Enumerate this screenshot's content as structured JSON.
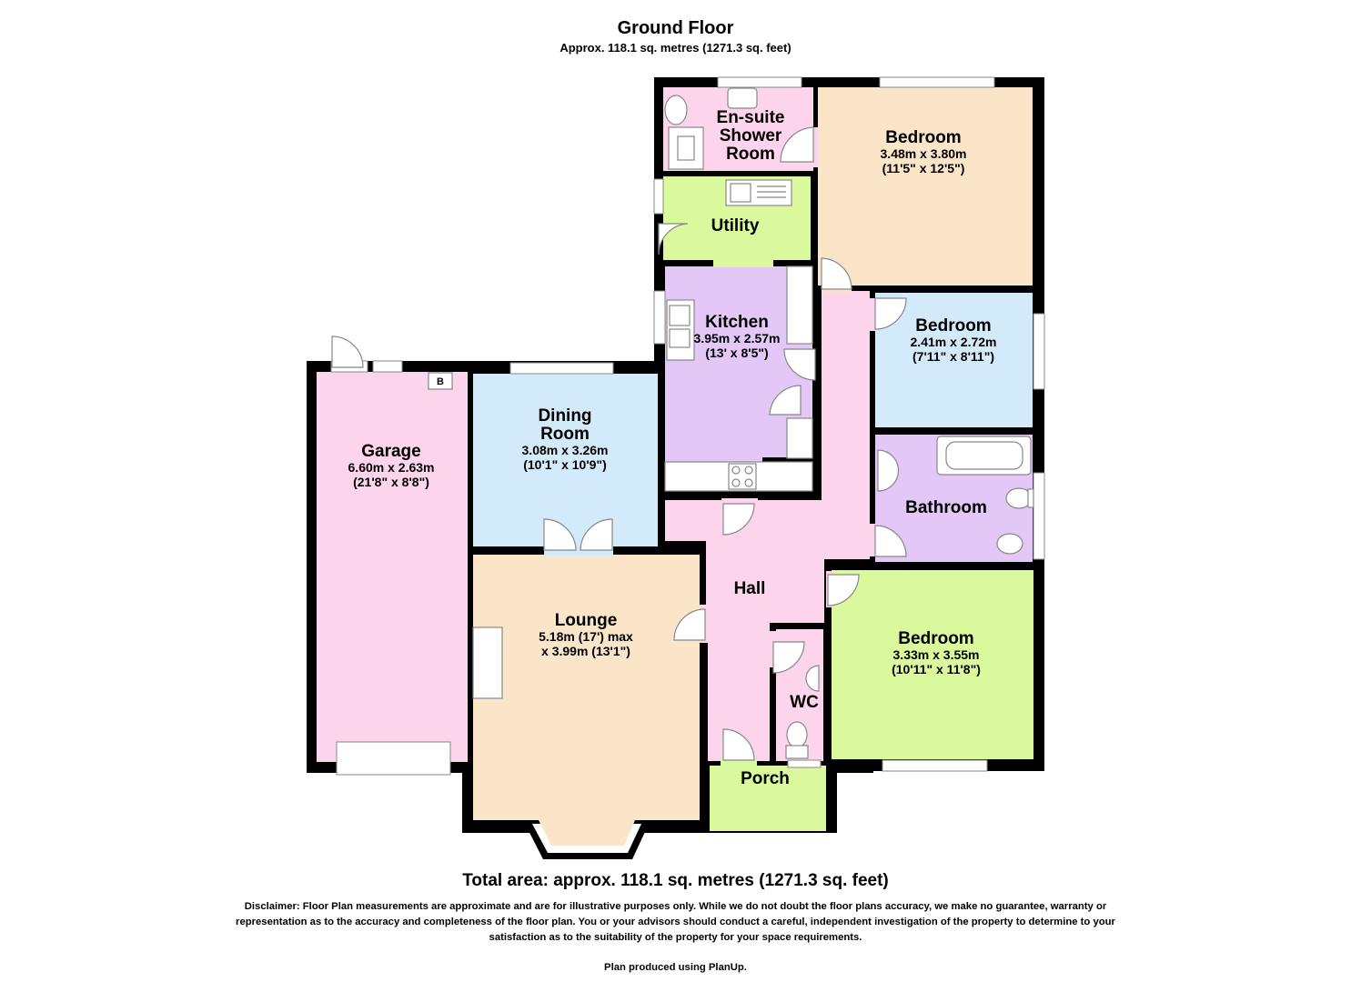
{
  "header": {
    "title": "Ground Floor",
    "approx_area": "Approx. 118.1 sq. metres (1271.3 sq. feet)"
  },
  "colors": {
    "wall": "#000000",
    "pink": "#fcd5ec",
    "peach": "#fbe5c9",
    "blue": "#d3eafa",
    "lavender": "#e3c8f7",
    "green": "#d9f99c",
    "fixture_fill": "#ffffff",
    "fixture_line": "#888888"
  },
  "rooms": {
    "ensuite": {
      "name_line1": "En-suite",
      "name_line2": "Shower",
      "name_line3": "Room"
    },
    "bedroom1": {
      "name": "Bedroom",
      "dim_metric": "3.48m x 3.80m",
      "dim_imperial": "(11'5\" x 12'5\")"
    },
    "utility": {
      "name": "Utility"
    },
    "kitchen": {
      "name": "Kitchen",
      "dim_metric": "3.95m x 2.57m",
      "dim_imperial": "(13' x 8'5\")"
    },
    "bedroom2": {
      "name": "Bedroom",
      "dim_metric": "2.41m x 2.72m",
      "dim_imperial": "(7'11\" x 8'11\")"
    },
    "garage": {
      "name": "Garage",
      "dim_metric": "6.60m x 2.63m",
      "dim_imperial": "(21'8\" x 8'8\")",
      "boiler": "B"
    },
    "dining": {
      "name_line1": "Dining",
      "name_line2": "Room",
      "dim_metric": "3.08m x 3.26m",
      "dim_imperial": "(10'1\" x 10'9\")"
    },
    "bathroom": {
      "name": "Bathroom"
    },
    "hall": {
      "name": "Hall"
    },
    "lounge": {
      "name": "Lounge",
      "dim_line1": "5.18m (17') max",
      "dim_line2": "x 3.99m (13'1\")"
    },
    "wc": {
      "name": "WC"
    },
    "bedroom3": {
      "name": "Bedroom",
      "dim_metric": "3.33m x 3.55m",
      "dim_imperial": "(10'11\" x 11'8\")"
    },
    "porch": {
      "name": "Porch"
    }
  },
  "footer": {
    "total_area": "Total area: approx. 118.1 sq. metres (1271.3 sq. feet)",
    "disclaimer": "Disclaimer:  Floor Plan measurements are approximate and are for illustrative purposes only.  While we do not doubt the floor plans accuracy, we make no guarantee, warranty or representation as to the accuracy and completeness of the floor plan.  You or your advisors should conduct a careful, independent investigation of the property to determine to your satisfaction as to the suitability of the property for your space requirements.",
    "produced": "Plan produced using PlanUp."
  }
}
